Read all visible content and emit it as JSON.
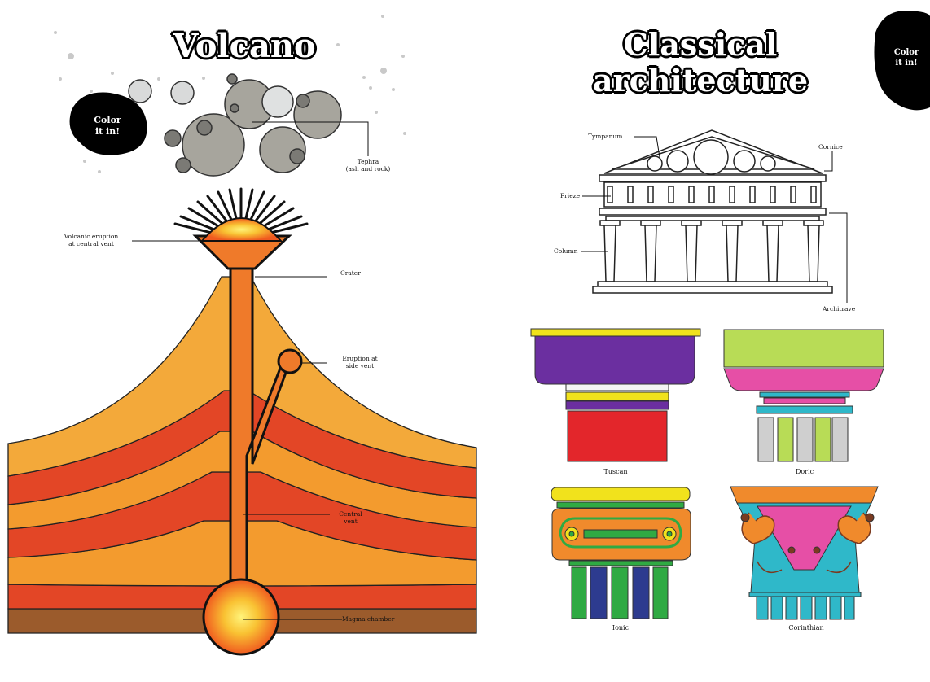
{
  "volcano": {
    "title": "Volcano",
    "badge": {
      "line1": "Color",
      "line2": "it in!"
    },
    "labels": {
      "tephra_1": "Tephra",
      "tephra_2": "(ash and rock)",
      "eruption_central_1": "Volcanic eruption",
      "eruption_central_2": "at central vent",
      "crater": "Crater",
      "eruption_side_1": "Eruption at",
      "eruption_side_2": "side vent",
      "central_vent_1": "Central",
      "central_vent_2": "vent",
      "magma_chamber": "Magma chamber"
    }
  },
  "architecture": {
    "title_line1": "Classical",
    "title_line2": "architecture",
    "badge": {
      "line1": "Color",
      "line2": "it in!"
    },
    "labels": {
      "tympanum": "Tympanum",
      "cornice": "Cornice",
      "frieze": "Frieze",
      "column": "Column",
      "architrave": "Architrave"
    },
    "orders": [
      "Tuscan",
      "Doric",
      "Ionic",
      "Corinthian"
    ]
  },
  "colors": {
    "purple": "#6b2fa0",
    "red": "#e3262b",
    "yellow": "#f1e21c",
    "lime": "#b8dc56",
    "magenta": "#e64fa6",
    "cyan": "#2fb8c9",
    "orange": "#f08a2c",
    "green": "#2faa43",
    "navy": "#2d3b8f",
    "lava_orange": "#f39b2e",
    "lava_red": "#e34626",
    "rock_brown": "#9b5b2c",
    "ash_gray": "#a7a59d"
  }
}
